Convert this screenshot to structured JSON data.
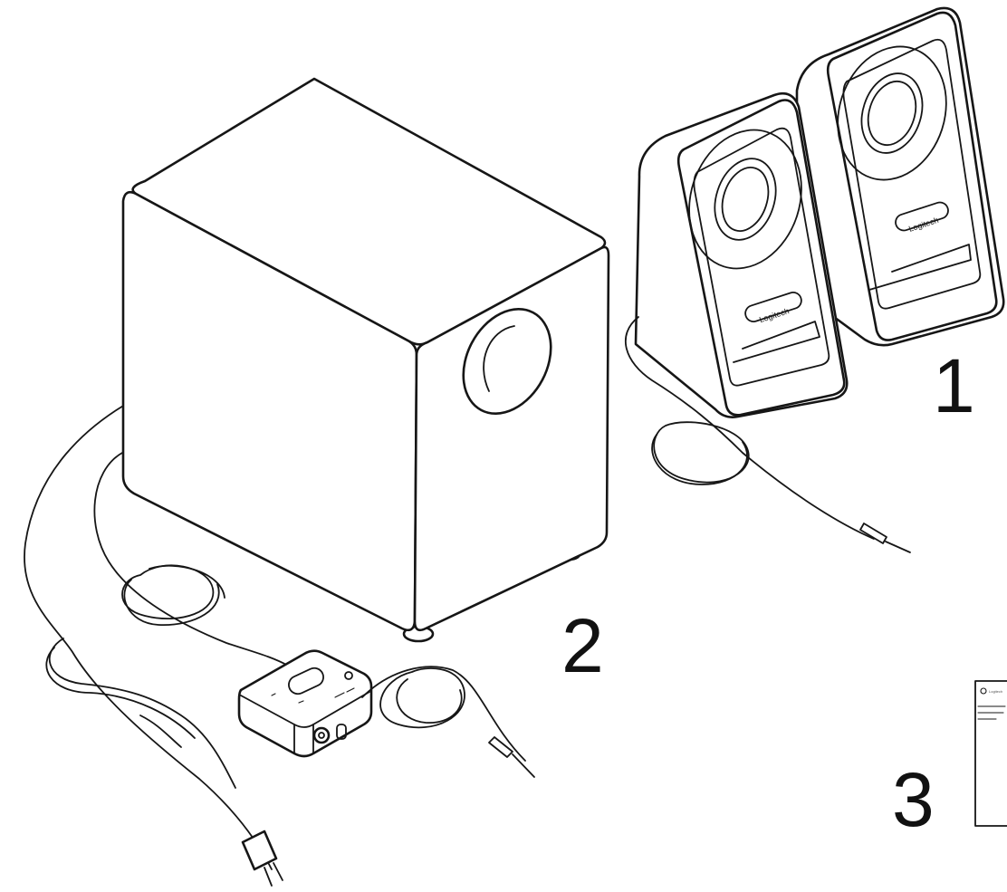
{
  "callouts": [
    "1",
    "2",
    "3"
  ],
  "brand_text": "Logitech",
  "components": {
    "satellites": "satellite speakers",
    "subwoofer": "subwoofer",
    "control_pod": "control pod",
    "documentation": "documentation"
  }
}
